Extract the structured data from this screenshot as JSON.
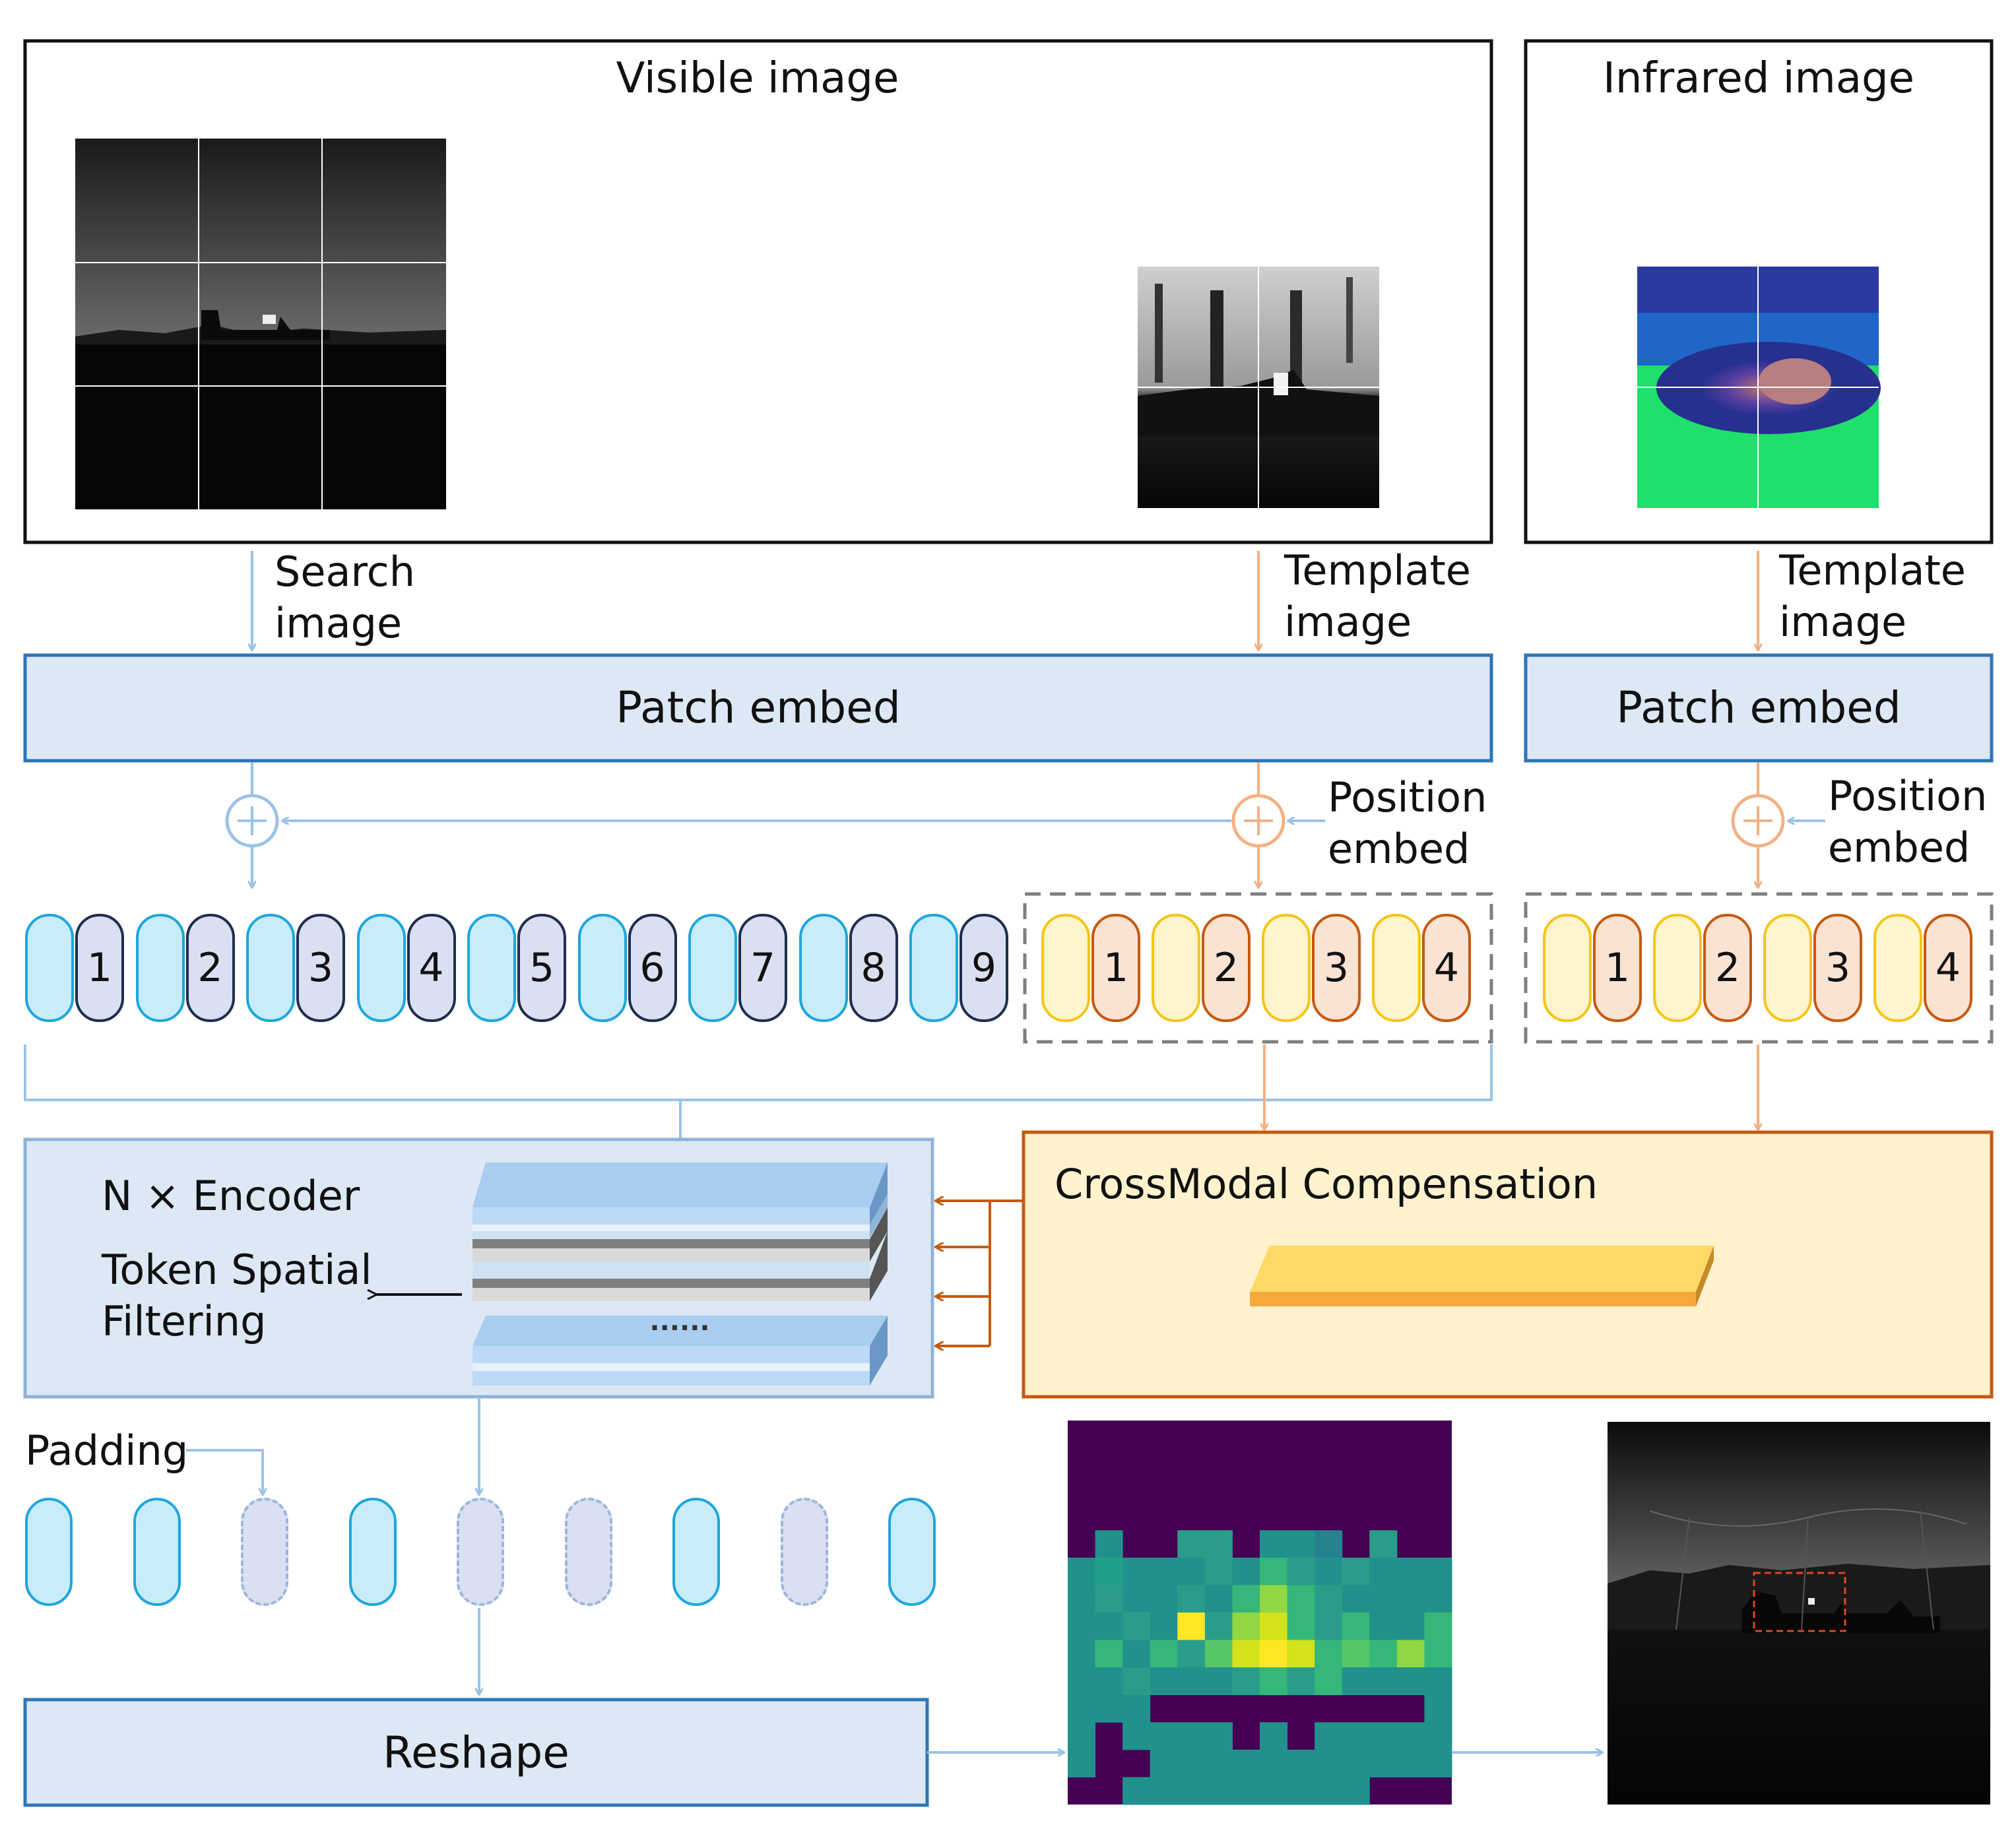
{
  "visible_panel": {
    "title": "Visible image"
  },
  "infrared_panel": {
    "title": "Infrared image"
  },
  "arrows": {
    "search_image_line1": "Search",
    "search_image_line2": "image",
    "template_image_line1": "Template",
    "template_image_line2": "image",
    "ir_template_image_line1": "Template",
    "ir_template_image_line2": "image"
  },
  "patch_embed": {
    "visible_label": "Patch embed",
    "infrared_label": "Patch embed"
  },
  "position_embed": {
    "visible_line1": "Position",
    "visible_line2": "embed",
    "infrared_line1": "Position",
    "infrared_line2": "embed"
  },
  "search_tokens": [
    "1",
    "2",
    "3",
    "4",
    "5",
    "6",
    "7",
    "8",
    "9"
  ],
  "template_tokens": [
    "1",
    "2",
    "3",
    "4"
  ],
  "ir_template_tokens": [
    "1",
    "2",
    "3",
    "4"
  ],
  "encoder": {
    "title": "N × Encoder",
    "tsf_line1": "Token Spatial",
    "tsf_line2": "Filtering",
    "ellipsis": "......"
  },
  "cmc": {
    "title": "CrossModal Compensation"
  },
  "padding": {
    "label": "Padding"
  },
  "reshape": {
    "label": "Reshape"
  },
  "colors": {
    "blue_border": "#2e75b6",
    "blue_fill": "#dde8f5",
    "light_blue_line": "#9cc3e5",
    "orange_line": "#f4b183",
    "orange_border": "#c55a11",
    "cmc_fill": "#fff2cc",
    "token_cyan": "#c9ecfb",
    "token_cyan_border": "#1fa6dc",
    "token_navy_fill": "#dadff1",
    "token_navy_border": "#1f2e4d",
    "token_yellow": "#fff5cc",
    "token_yellow_border": "#f5c518",
    "token_salmon": "#fbe3d4",
    "token_salmon_border": "#c55a11"
  }
}
